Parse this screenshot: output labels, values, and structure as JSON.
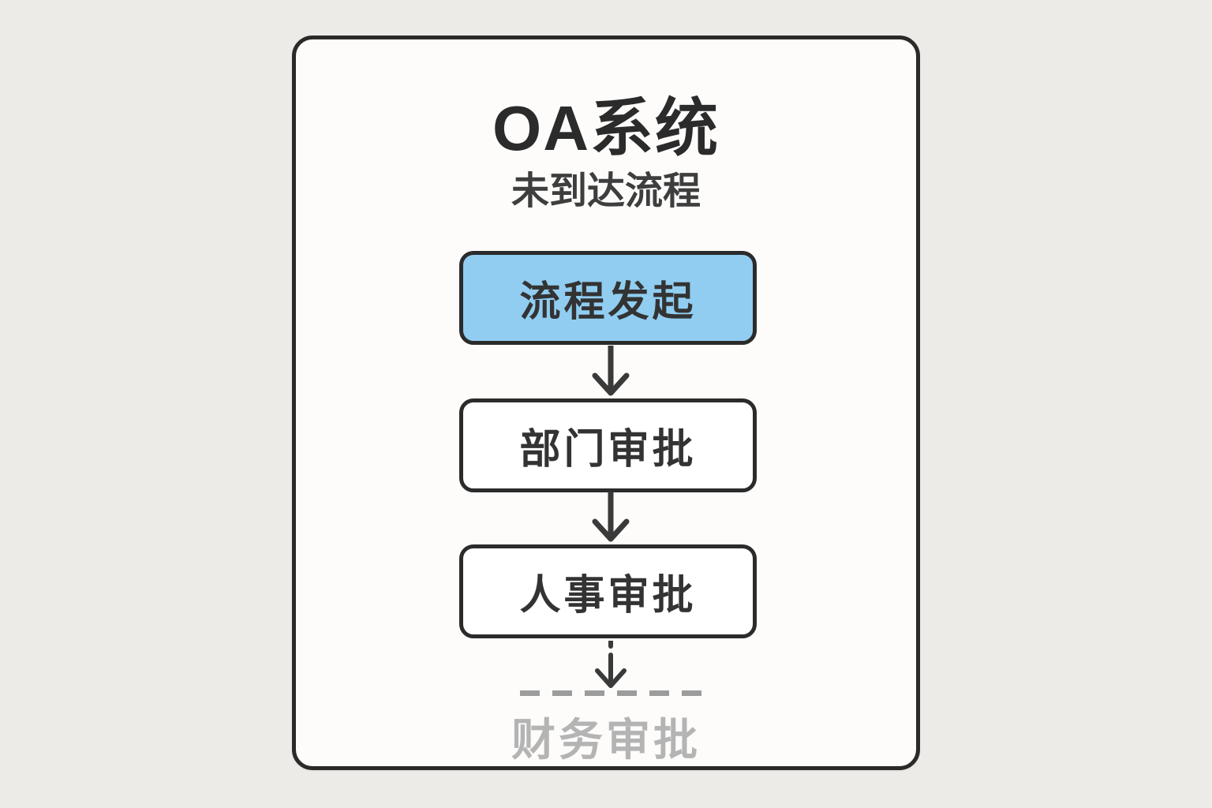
{
  "header": {
    "title": "OA系统",
    "subtitle": "未到达流程"
  },
  "flow": {
    "nodes": [
      {
        "id": "start",
        "label": "流程发起",
        "state": "current",
        "fill": "#90cdf1"
      },
      {
        "id": "dept",
        "label": "部门审批",
        "state": "pending",
        "fill": "#ffffff"
      },
      {
        "id": "hr",
        "label": "人事审批",
        "state": "pending",
        "fill": "#ffffff"
      },
      {
        "id": "finance",
        "label": "财务审批",
        "state": "unreached",
        "fill": "none"
      }
    ],
    "connector_style": "solid-arrow-down",
    "unreached_separator": "dashed-line"
  },
  "colors": {
    "page_background": "#edebe8",
    "card_background": "#fdfcfa",
    "outline": "#2b2b2b",
    "current_node_fill": "#90cdf1",
    "node_text": "#333333",
    "unreached_gray": "#b4b4b4",
    "dashed_line_gray": "#9c9c9c"
  }
}
